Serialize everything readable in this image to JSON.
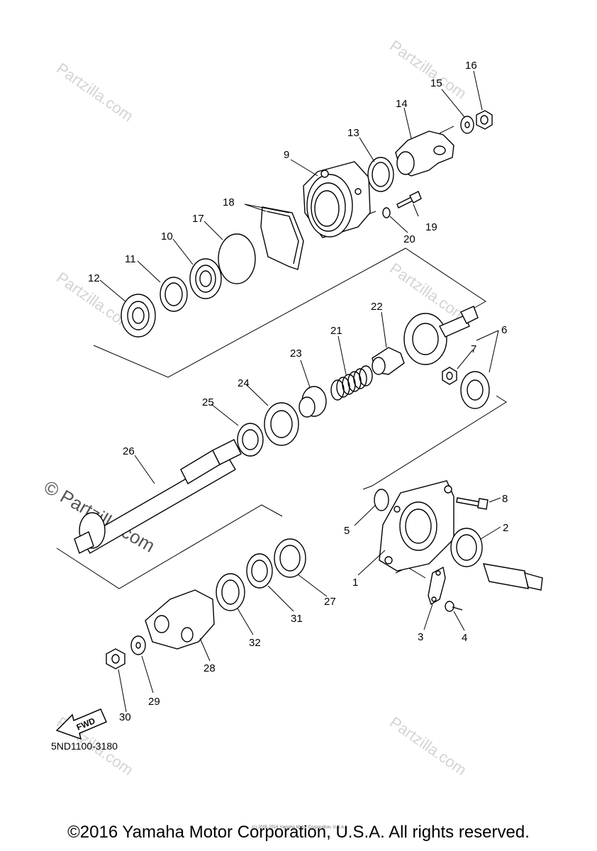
{
  "callouts": [
    "1",
    "2",
    "3",
    "4",
    "5",
    "6",
    "7",
    "8",
    "9",
    "10",
    "11",
    "12",
    "13",
    "14",
    "15",
    "16",
    "17",
    "18",
    "19",
    "20",
    "21",
    "22",
    "23",
    "24",
    "25",
    "26",
    "27",
    "28",
    "29",
    "30",
    "31",
    "32"
  ],
  "watermark": "Partzilla.com",
  "watermark_big": "© Partzilla.com",
  "fwd_label": "FWD",
  "part_number": "5ND1100-3180",
  "copyright": "©2016 Yamaha Motor Corporation, U.S.A. All rights reserved.",
  "tiny_copyright": "(c) 2005-2016 Yamaha Motor Corporation, U.S.A."
}
